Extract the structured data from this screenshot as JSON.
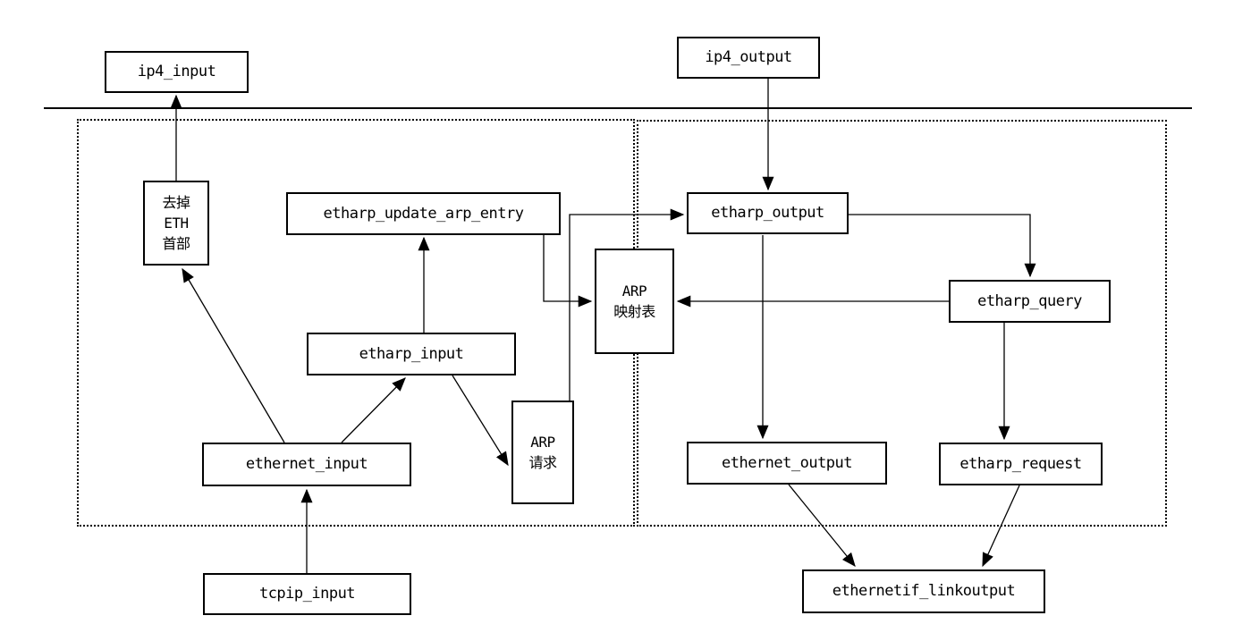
{
  "diagram": {
    "nodes": {
      "ip4_input": {
        "label": "ip4_input"
      },
      "ip4_output": {
        "label": "ip4_output"
      },
      "remove_eth_header": {
        "label": "去掉\nETH\n首部"
      },
      "etharp_update_arp_entry": {
        "label": "etharp_update_arp_entry"
      },
      "etharp_output": {
        "label": "etharp_output"
      },
      "arp_table": {
        "label": "ARP\n映射表"
      },
      "etharp_query": {
        "label": "etharp_query"
      },
      "etharp_input": {
        "label": "etharp_input"
      },
      "arp_request": {
        "label": "ARP\n请求"
      },
      "ethernet_input": {
        "label": "ethernet_input"
      },
      "ethernet_output": {
        "label": "ethernet_output"
      },
      "etharp_request": {
        "label": "etharp_request"
      },
      "tcpip_input": {
        "label": "tcpip_input"
      },
      "ethernetif_linkoutput": {
        "label": "ethernetif_linkoutput"
      }
    },
    "edges": [
      {
        "from": "tcpip_input",
        "to": "ethernet_input"
      },
      {
        "from": "ethernet_input",
        "to": "remove_eth_header"
      },
      {
        "from": "ethernet_input",
        "to": "etharp_input"
      },
      {
        "from": "remove_eth_header",
        "to": "ip4_input"
      },
      {
        "from": "etharp_input",
        "to": "etharp_update_arp_entry"
      },
      {
        "from": "etharp_input",
        "to": "arp_request"
      },
      {
        "from": "etharp_update_arp_entry",
        "to": "arp_table"
      },
      {
        "from": "arp_request",
        "to": "etharp_output"
      },
      {
        "from": "ip4_output",
        "to": "etharp_output"
      },
      {
        "from": "etharp_output",
        "to": "etharp_query"
      },
      {
        "from": "etharp_output",
        "to": "ethernet_output"
      },
      {
        "from": "etharp_query",
        "to": "arp_table"
      },
      {
        "from": "etharp_query",
        "to": "etharp_request"
      },
      {
        "from": "ethernet_output",
        "to": "ethernetif_linkoutput"
      },
      {
        "from": "etharp_request",
        "to": "ethernetif_linkoutput"
      }
    ],
    "colors": {
      "line": "#000000",
      "box_border": "#000000",
      "box_fill": "#ffffff",
      "background": "#ffffff"
    }
  }
}
